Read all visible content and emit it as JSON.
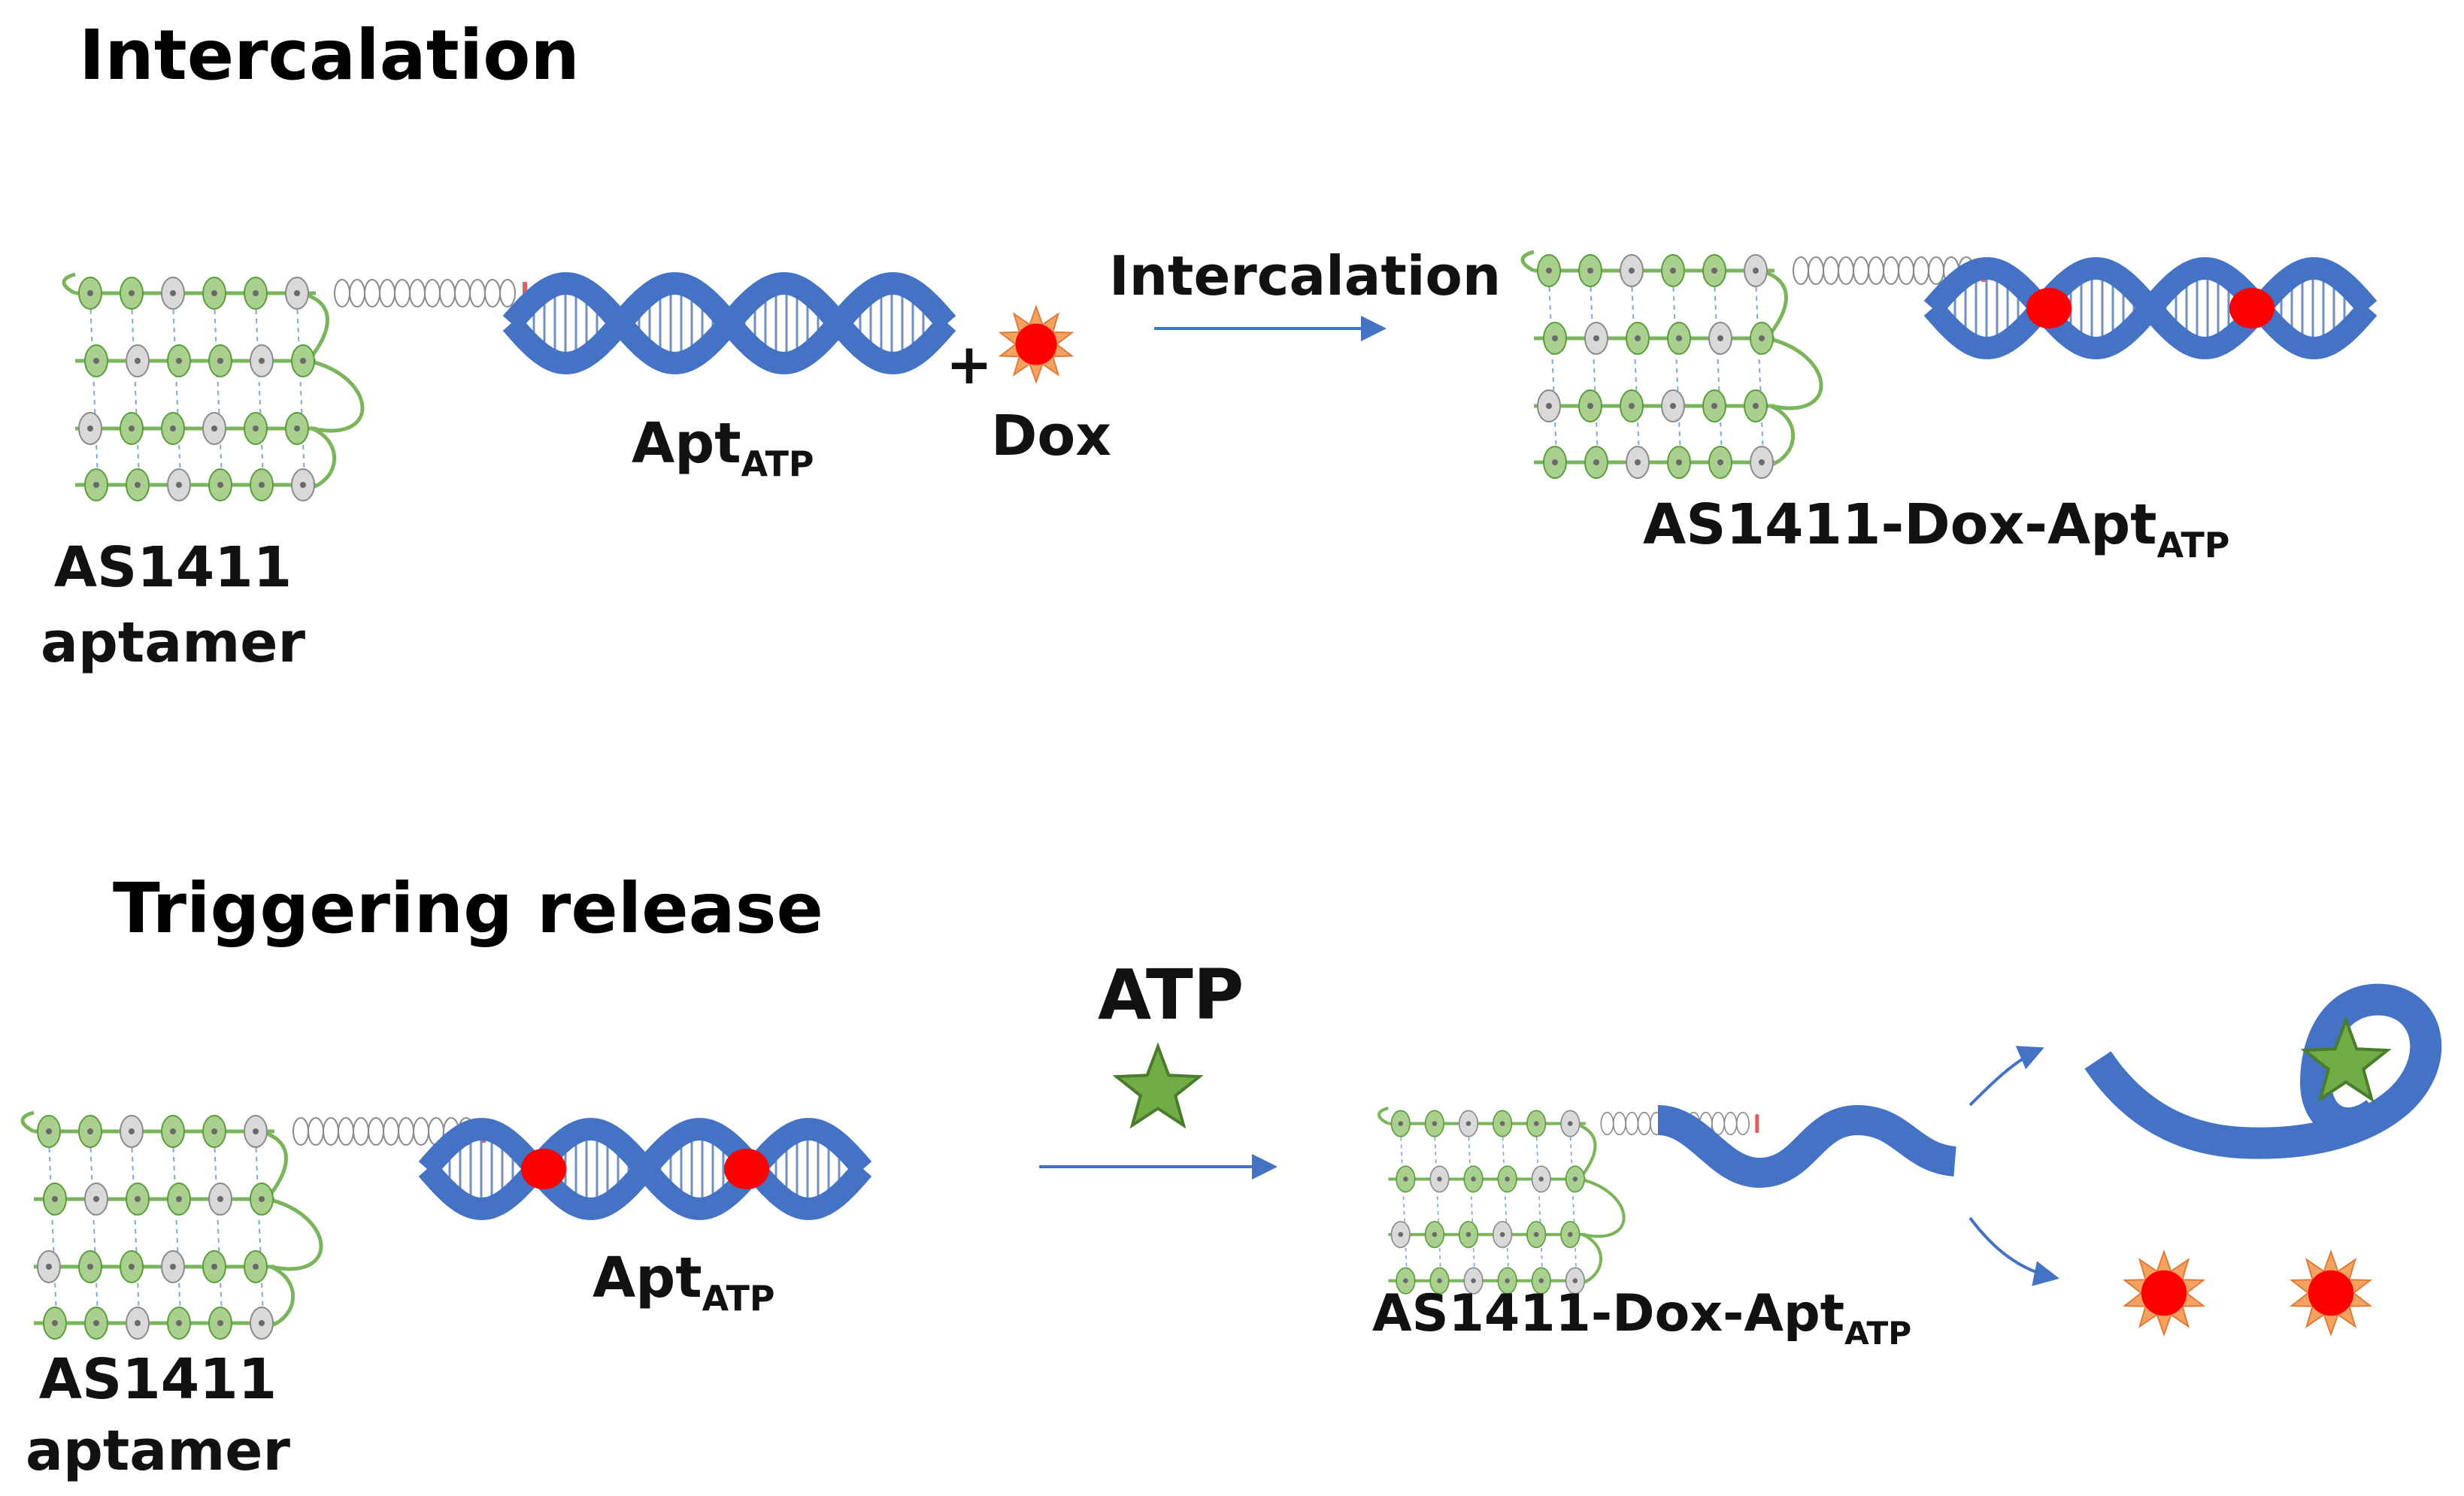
{
  "sections": {
    "intercalation": {
      "title": "Intercalation",
      "aptamer_label_line1": "AS1411",
      "aptamer_label_line2": "aptamer",
      "apt_atp_main": "Apt",
      "apt_atp_sub": "ATP",
      "plus_sign": "+",
      "dox_label": "Dox",
      "arrow_label": "Intercalation",
      "product_main": "AS1411-Dox-Apt",
      "product_sub": "ATP"
    },
    "release": {
      "title": "Triggering release",
      "aptamer_label_line1": "AS1411",
      "aptamer_label_line2": "aptamer",
      "apt_atp_main": "Apt",
      "apt_atp_sub": "ATP",
      "arrow_label": "ATP",
      "product_main": "AS1411-Dox-Apt",
      "product_sub": "ATP"
    }
  },
  "colors": {
    "dna_blue": "#4472C4",
    "guanine_green": "#a9d08e",
    "guanine_stroke": "#5a9e3a",
    "base_grey": "#d9d9d9",
    "dox_red": "#ff0000",
    "dox_orange": "#f4a261",
    "atp_green": "#70ad47",
    "arrow_blue": "#4472C4"
  },
  "icons": {
    "dox": "dox-starburst-icon",
    "atp": "atp-star-icon"
  }
}
